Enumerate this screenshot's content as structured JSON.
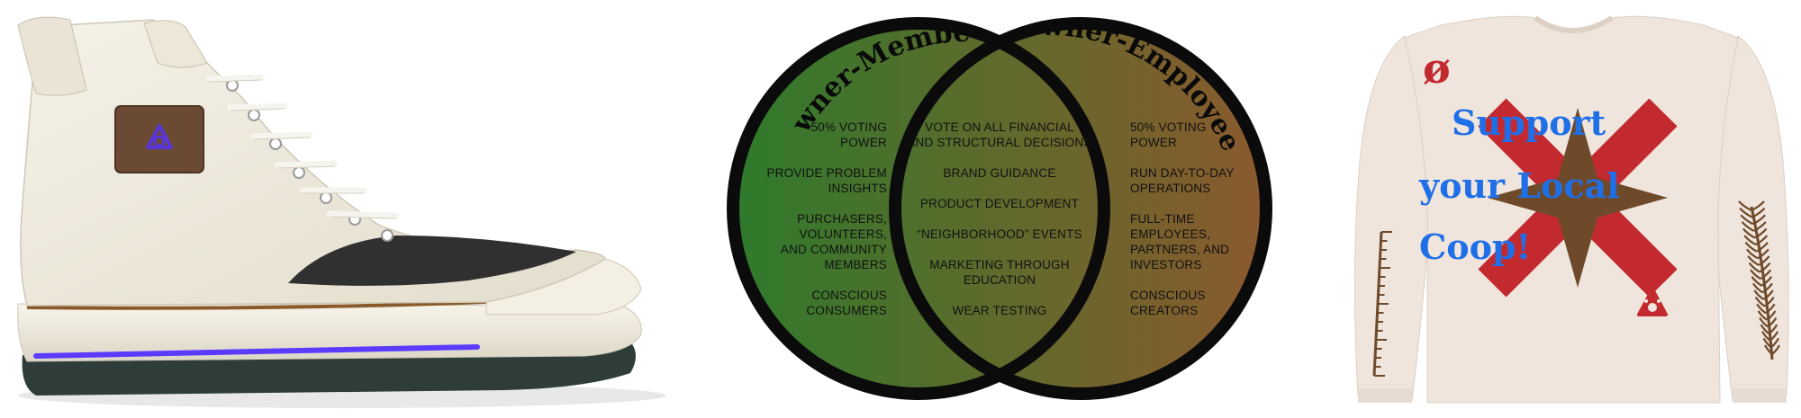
{
  "colors": {
    "canvas_shell": "#efebdf",
    "patch_brown": "#6b4a33",
    "patch_logo": "#5a37d9",
    "sole_purple": "#5b3bff",
    "sole_dark": "#2e3d3a",
    "venn_green": "#2f7a2c",
    "venn_brown": "#8a5a2e",
    "venn_outline": "#0b0b0b",
    "shirt_body": "#efe5dc",
    "shirt_red": "#c32a2f",
    "shirt_brown": "#6e4a2b",
    "shirt_blue": "#1f6fe8"
  },
  "shoe": {
    "patch_logo_icon": "triangle-knot-icon"
  },
  "venn": {
    "left_title": "Owner-Members",
    "right_title": "Owner-Employees",
    "left_items": [
      [
        "50% VOTING",
        "POWER"
      ],
      [
        "PROVIDE PROBLEM",
        "INSIGHTS"
      ],
      [
        "PURCHASERS,",
        "VOLUNTEERS,",
        "AND COMMUNITY",
        "MEMBERS"
      ],
      [
        "CONSCIOUS",
        "CONSUMERS"
      ]
    ],
    "center_items": [
      [
        "VOTE ON ALL FINANCIAL",
        "AND STRUCTURAL DECISIONS"
      ],
      [
        "BRAND GUIDANCE"
      ],
      [
        "PRODUCT DEVELOPMENT"
      ],
      [
        "“NEIGHBORHOOD” EVENTS"
      ],
      [
        "MARKETING THROUGH",
        "EDUCATION"
      ],
      [
        "WEAR TESTING"
      ]
    ],
    "right_items": [
      [
        "50% VOTING",
        "POWER"
      ],
      [
        "RUN DAY-TO-DAY",
        "OPERATIONS"
      ],
      [
        "FULL-TIME",
        "EMPLOYEES,",
        "PARTNERS, AND",
        "INVESTORS"
      ],
      [
        "CONSCIOUS",
        "CREATORS"
      ]
    ]
  },
  "shirt": {
    "chest_symbol": "ø",
    "slogan_lines": [
      "Support",
      "your Local",
      "Coop!"
    ],
    "ruler_icon": "ruler-icon",
    "fern_icon": "fern-icon",
    "hem_logo_icon": "triangle-knot-icon"
  }
}
